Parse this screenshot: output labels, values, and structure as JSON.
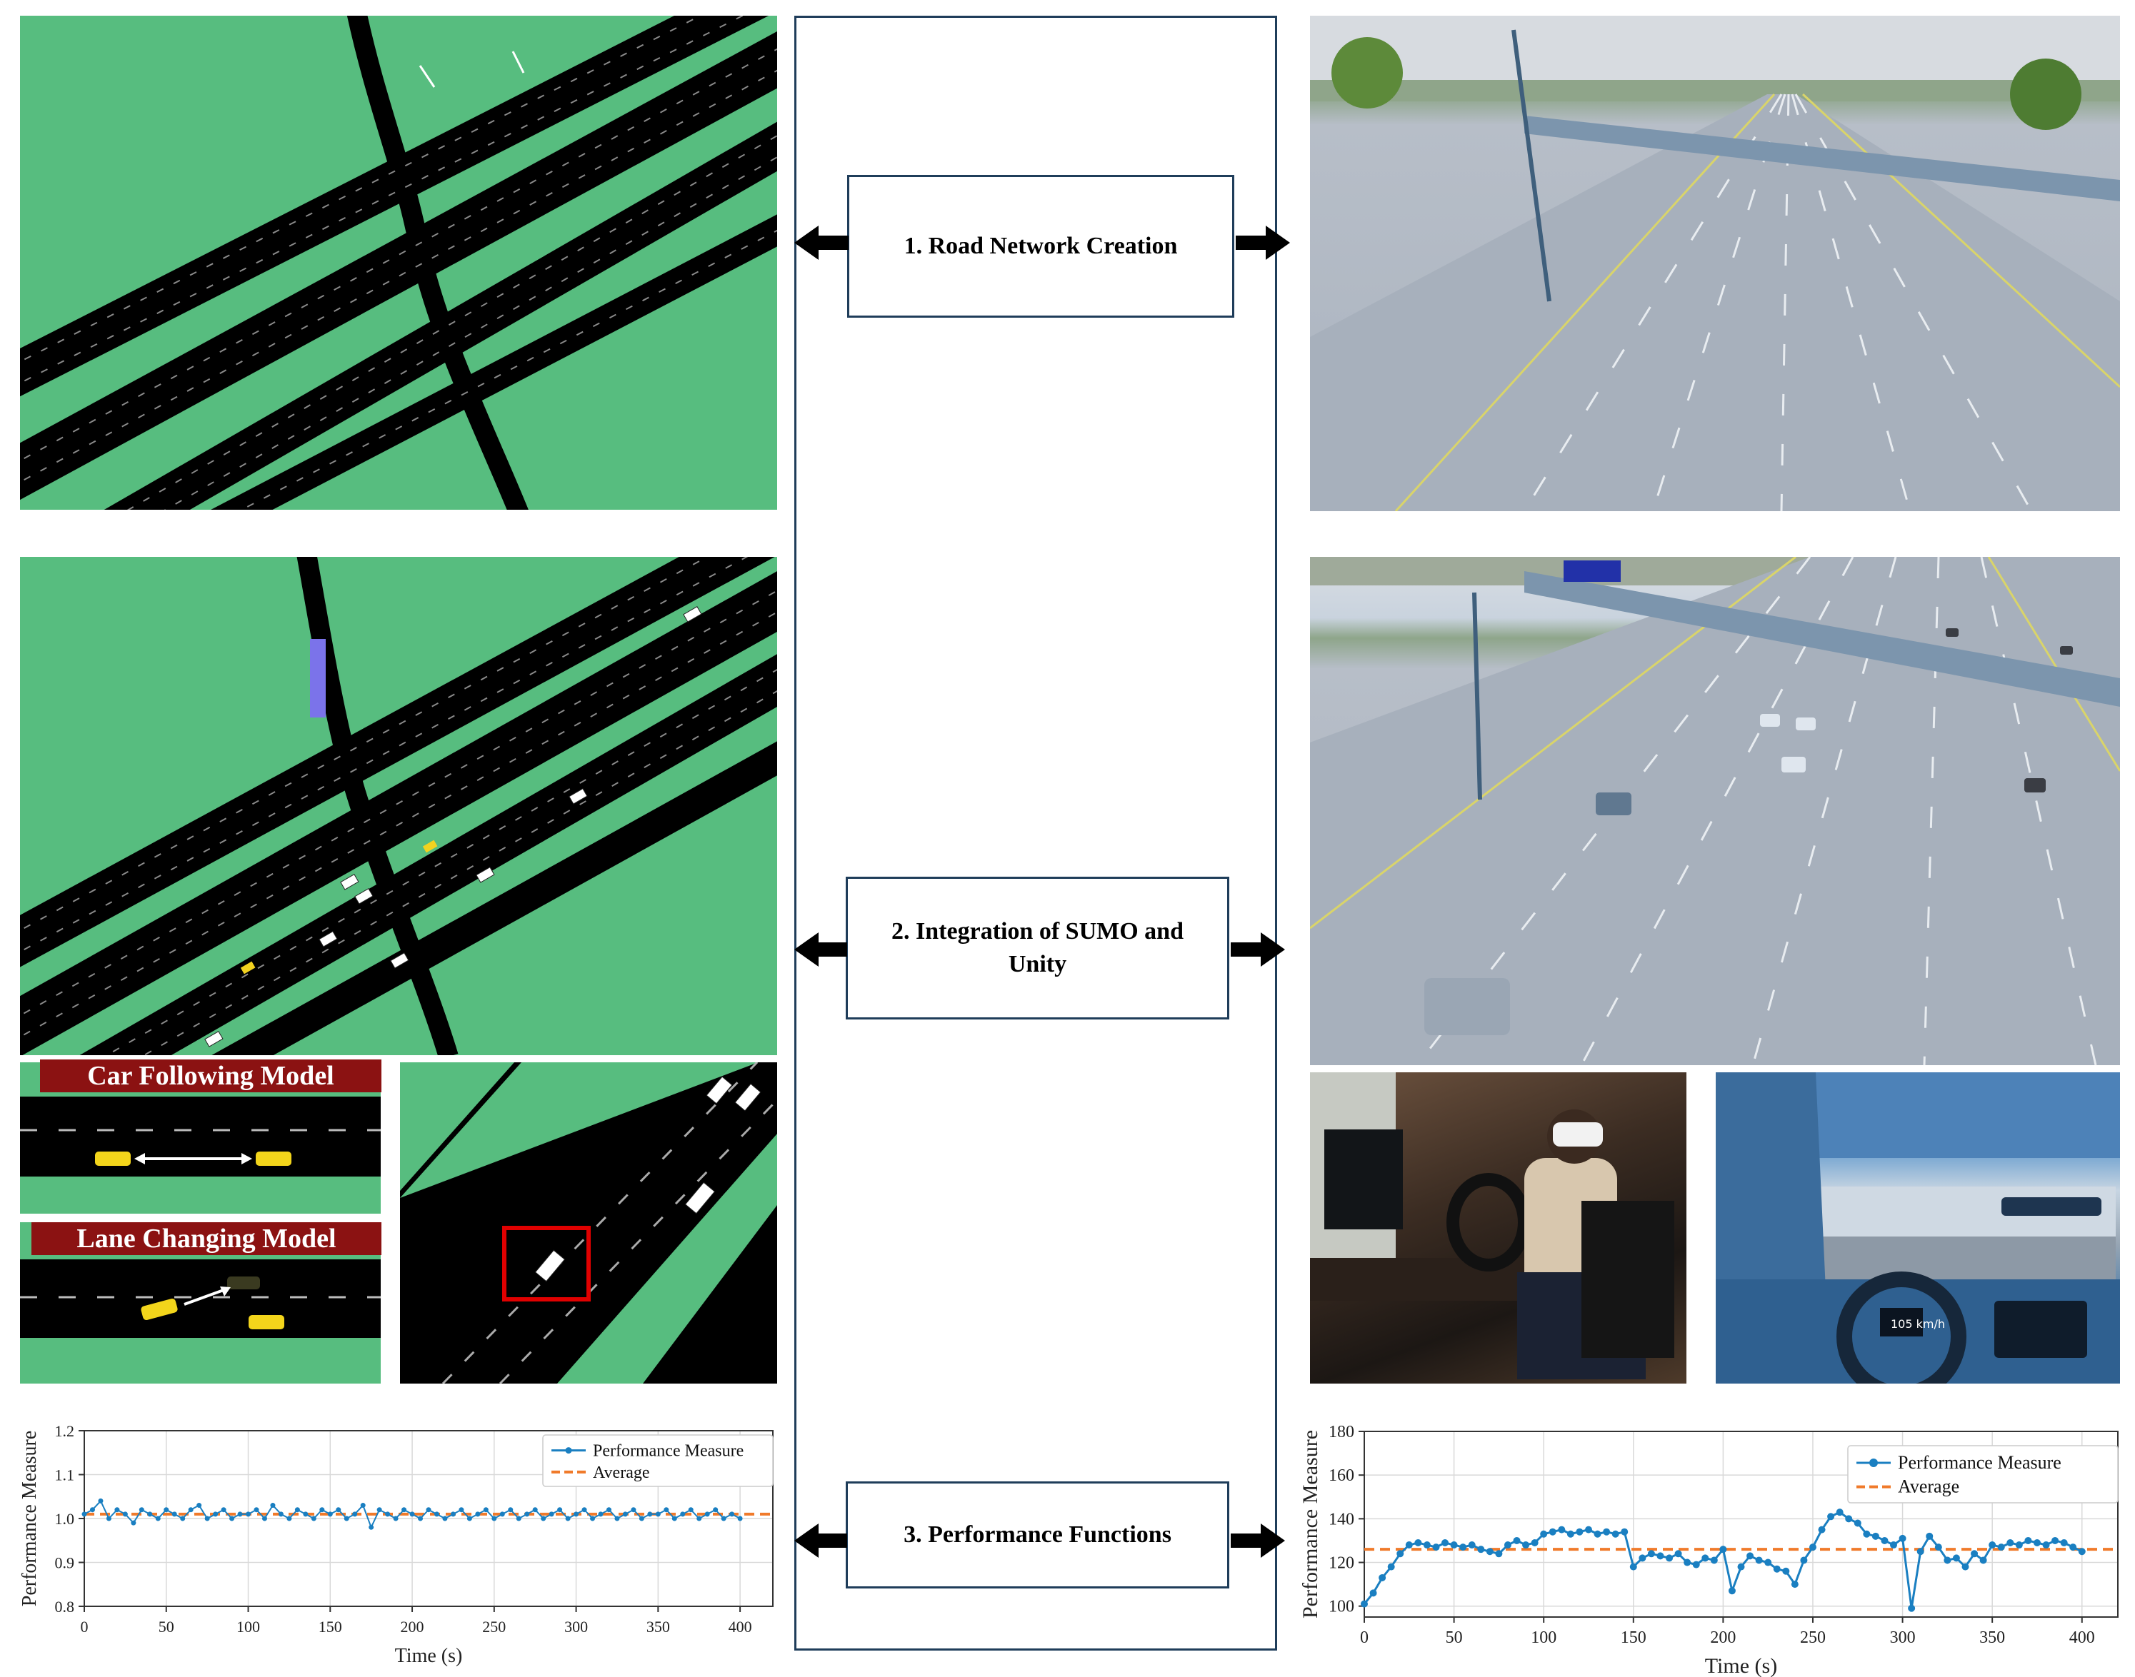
{
  "steps": [
    {
      "label": "1. Road Network Creation"
    },
    {
      "label": "2. Integration of SUMO and Unity"
    },
    {
      "label": "3. Performance Functions"
    }
  ],
  "models": {
    "car_following": "Car Following Model",
    "lane_changing": "Lane Changing Model"
  },
  "hud": {
    "speed": "105 km/h"
  },
  "chart_data": [
    {
      "type": "line",
      "xlabel": "Time (s)",
      "ylabel": "Performance Measure",
      "xlim": [
        0,
        420
      ],
      "ylim": [
        0.8,
        1.2
      ],
      "xticks": [
        0,
        50,
        100,
        150,
        200,
        250,
        300,
        350,
        400
      ],
      "yticks": [
        0.8,
        0.9,
        1.0,
        1.1,
        1.2
      ],
      "grid": true,
      "legend_position": "top-right",
      "legend": [
        "Performance Measure",
        "Average"
      ],
      "average": 1.01,
      "series": [
        {
          "name": "Performance Measure",
          "x": [
            0,
            5,
            10,
            15,
            20,
            25,
            30,
            35,
            40,
            45,
            50,
            55,
            60,
            65,
            70,
            75,
            80,
            85,
            90,
            95,
            100,
            105,
            110,
            115,
            120,
            125,
            130,
            135,
            140,
            145,
            150,
            155,
            160,
            165,
            170,
            175,
            180,
            185,
            190,
            195,
            200,
            205,
            210,
            215,
            220,
            225,
            230,
            235,
            240,
            245,
            250,
            255,
            260,
            265,
            270,
            275,
            280,
            285,
            290,
            295,
            300,
            305,
            310,
            315,
            320,
            325,
            330,
            335,
            340,
            345,
            350,
            355,
            360,
            365,
            370,
            375,
            380,
            385,
            390,
            395,
            400
          ],
          "y": [
            1.01,
            1.02,
            1.04,
            1.0,
            1.02,
            1.01,
            0.99,
            1.02,
            1.01,
            1.0,
            1.02,
            1.01,
            1.0,
            1.02,
            1.03,
            1.0,
            1.01,
            1.02,
            1.0,
            1.01,
            1.01,
            1.02,
            1.0,
            1.03,
            1.01,
            1.0,
            1.02,
            1.01,
            1.0,
            1.02,
            1.01,
            1.02,
            1.0,
            1.01,
            1.03,
            0.98,
            1.02,
            1.01,
            1.0,
            1.02,
            1.01,
            1.0,
            1.02,
            1.01,
            1.0,
            1.01,
            1.02,
            1.0,
            1.01,
            1.02,
            1.0,
            1.01,
            1.02,
            1.0,
            1.01,
            1.02,
            1.0,
            1.01,
            1.02,
            1.0,
            1.01,
            1.02,
            1.0,
            1.01,
            1.02,
            1.0,
            1.01,
            1.02,
            1.0,
            1.01,
            1.01,
            1.02,
            1.0,
            1.01,
            1.02,
            1.0,
            1.01,
            1.02,
            1.0,
            1.01,
            1.0
          ]
        }
      ]
    },
    {
      "type": "line",
      "xlabel": "Time (s)",
      "ylabel": "Performance Measure",
      "xlim": [
        0,
        420
      ],
      "ylim": [
        95,
        180
      ],
      "xticks": [
        0,
        50,
        100,
        150,
        200,
        250,
        300,
        350,
        400
      ],
      "yticks": [
        100,
        120,
        140,
        160,
        180
      ],
      "grid": true,
      "legend_position": "top-right",
      "legend": [
        "Performance Measure",
        "Average"
      ],
      "average": 126,
      "series": [
        {
          "name": "Performance Measure",
          "x": [
            0,
            5,
            10,
            15,
            20,
            25,
            30,
            35,
            40,
            45,
            50,
            55,
            60,
            65,
            70,
            75,
            80,
            85,
            90,
            95,
            100,
            105,
            110,
            115,
            120,
            125,
            130,
            135,
            140,
            145,
            150,
            155,
            160,
            165,
            170,
            175,
            180,
            185,
            190,
            195,
            200,
            205,
            210,
            215,
            220,
            225,
            230,
            235,
            240,
            245,
            250,
            255,
            260,
            265,
            270,
            275,
            280,
            285,
            290,
            295,
            300,
            305,
            310,
            315,
            320,
            325,
            330,
            335,
            340,
            345,
            350,
            355,
            360,
            365,
            370,
            375,
            380,
            385,
            390,
            395,
            400
          ],
          "y": [
            101,
            106,
            113,
            118,
            124,
            128,
            129,
            128,
            127,
            129,
            128,
            127,
            128,
            126,
            125,
            124,
            128,
            130,
            128,
            129,
            133,
            134,
            135,
            133,
            134,
            135,
            133,
            134,
            133,
            134,
            118,
            122,
            124,
            123,
            122,
            124,
            120,
            119,
            122,
            121,
            126,
            107,
            118,
            123,
            121,
            120,
            117,
            116,
            110,
            121,
            127,
            135,
            141,
            143,
            140,
            138,
            133,
            132,
            130,
            128,
            131,
            99,
            125,
            132,
            127,
            121,
            122,
            118,
            124,
            121,
            128,
            127,
            129,
            128,
            130,
            129,
            128,
            130,
            129,
            127,
            125
          ]
        }
      ]
    }
  ]
}
